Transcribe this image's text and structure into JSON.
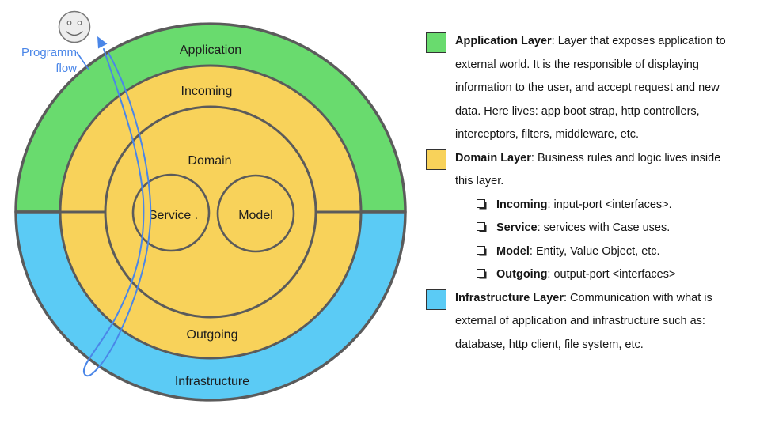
{
  "colors": {
    "application": "#69DB6E",
    "domain": "#F8D25A",
    "infrastructure": "#5BCBF5",
    "outline": "#5B5B5B",
    "flow": "#4A86E8"
  },
  "diagram": {
    "labels": {
      "application": "Application",
      "incoming": "Incoming",
      "domain": "Domain",
      "service": "Service .",
      "model": "Model",
      "outgoing": "Outgoing",
      "infrastructure": "Infrastructure"
    },
    "flow_label": "Programm flow",
    "smiley_icon": "smiley-face-icon",
    "arrow_icon": "program-flow-arrow-icon"
  },
  "legend": {
    "bullet_icon": "checkbox-square-icon",
    "entries": [
      {
        "color": "#69DB6E",
        "title": "Application Layer",
        "text": ":  Layer that exposes application to external world. It is the responsible of displaying information to the user, and accept request and new data. Here lives: app boot strap, http controllers, interceptors, filters, middleware, etc."
      },
      {
        "color": "#F8D25A",
        "title": "Domain Layer",
        "text": ": Business rules and logic lives inside this layer.",
        "bullets": [
          {
            "term": "Incoming",
            "text": ": input-port <interfaces>."
          },
          {
            "term": "Service",
            "text": ": services with Case uses."
          },
          {
            "term": "Model",
            "text": ": Entity, Value Object, etc."
          },
          {
            "term": "Outgoing",
            "text": ": output-port <interfaces>"
          }
        ]
      },
      {
        "color": "#5BCBF5",
        "title": "Infrastructure Layer",
        "text": ": Communication with what is external of application and infrastructure such as: database, http client, file system, etc."
      }
    ]
  }
}
